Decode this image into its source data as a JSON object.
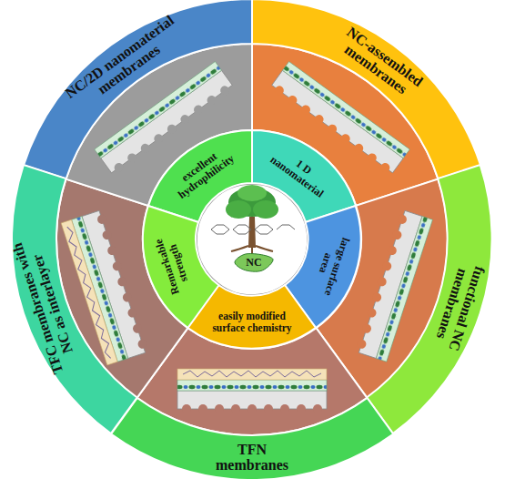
{
  "diagram": {
    "nodes": [
      {
        "text": [
          "NC"
        ]
      },
      {
        "text": [
          "excellent hydrophilicity"
        ]
      },
      {
        "text": [
          "1 D nanomaterial"
        ]
      },
      {
        "text": [
          "large surface area"
        ]
      },
      {
        "text": [
          "easily modified surface chemistry"
        ]
      },
      {
        "text": [
          "Remarkable strength"
        ]
      },
      {
        "text": [
          "NC/2D nanomaterial membranes"
        ]
      },
      {
        "text": [
          "NC-assembled membranes"
        ]
      },
      {
        "text": [
          "functional NC membranes"
        ]
      },
      {
        "text": [
          "TFN membranes"
        ]
      },
      {
        "text": [
          "TFC membranes with NC as interlayer"
        ]
      }
    ]
  }
}
